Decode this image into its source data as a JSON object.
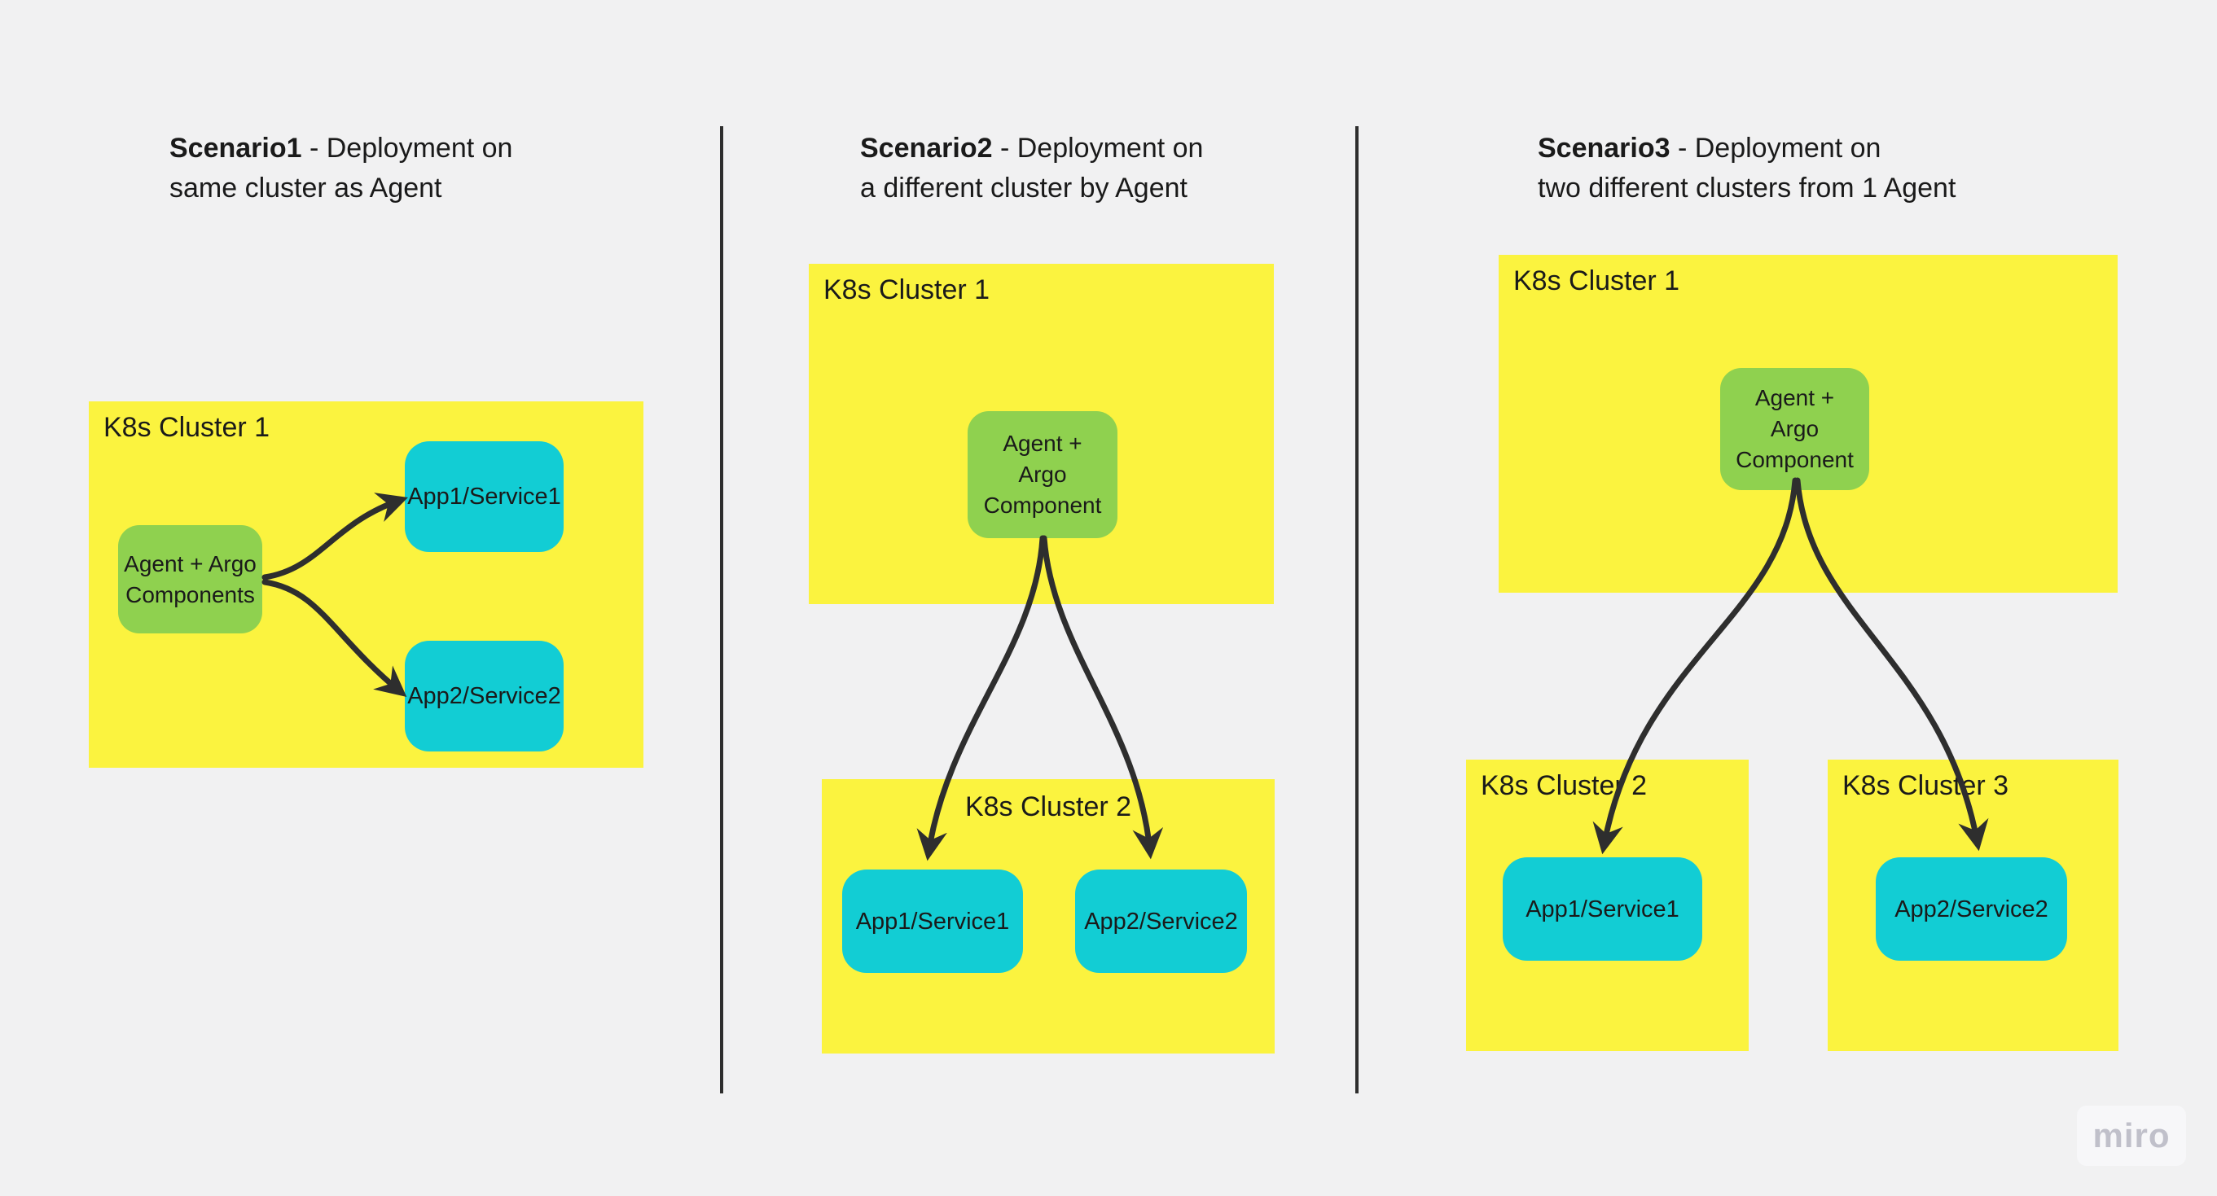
{
  "board": {
    "watermark": "miro",
    "colors": {
      "background": "#f1f1f2",
      "cluster_fill": "#fbf33f",
      "agent_fill": "#8fd14f",
      "app_fill": "#12cdd4",
      "connector": "#2e2e2e",
      "text": "#1a1a1a",
      "watermark_text": "#c0c0ca"
    }
  },
  "scenario1": {
    "title": {
      "bold": "Scenario1",
      "rest": " - Deployment on",
      "line2": "same cluster as Agent"
    },
    "cluster1_label": "K8s Cluster 1",
    "agent_lines": {
      "l1": "Agent + Argo",
      "l2": "Components"
    },
    "app1": "App1/Service1",
    "app2": "App2/Service2"
  },
  "scenario2": {
    "title": {
      "bold": "Scenario2",
      "rest": " - Deployment on",
      "line2": "a different cluster by Agent"
    },
    "cluster1_label": "K8s Cluster 1",
    "cluster2_label": "K8s Cluster 2",
    "agent_lines": {
      "l1": "Agent +",
      "l2": "Argo",
      "l3": "Component"
    },
    "app1": "App1/Service1",
    "app2": "App2/Service2"
  },
  "scenario3": {
    "title": {
      "bold": "Scenario3",
      "rest": " - Deployment on",
      "line2": "two different clusters from 1 Agent"
    },
    "cluster1_label": "K8s Cluster 1",
    "cluster2_label": "K8s Cluster 2",
    "cluster3_label": "K8s Cluster 3",
    "agent_lines": {
      "l1": "Agent +",
      "l2": "Argo",
      "l3": "Component"
    },
    "app1": "App1/Service1",
    "app2": "App2/Service2"
  }
}
